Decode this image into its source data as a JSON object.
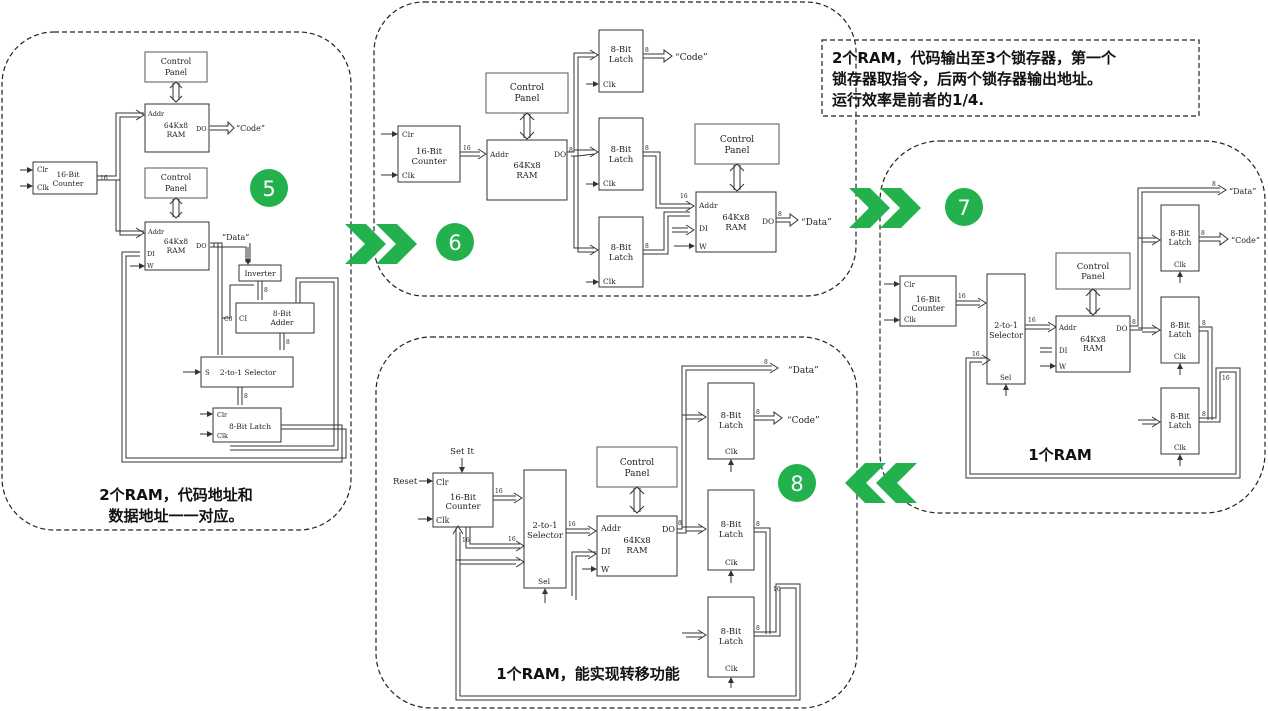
{
  "panel5": {
    "step": "5",
    "caption_line1": "2个RAM，代码地址和",
    "caption_line2": "数据地址一一对应。",
    "control_panel_top": [
      "Control",
      "Panel"
    ],
    "control_panel_mid": [
      "Control",
      "Panel"
    ],
    "counter": [
      "16-Bit",
      "Counter"
    ],
    "clr": "Clr",
    "clk": "Clk",
    "ram_code": [
      "64Kx8",
      "RAM"
    ],
    "ram_data": [
      "64Kx8",
      "RAM"
    ],
    "addr": "Addr",
    "do": "DO",
    "di": "DI",
    "w": "W",
    "code_out": "“Code”",
    "data_out": "“Data”",
    "inverter": "Inverter",
    "adder": [
      "8-Bit",
      "Adder"
    ],
    "c0": "C0",
    "ci": "CI",
    "selector": "2-to-1 Selector",
    "s": "S",
    "latch": "8-Bit Latch",
    "bus16": "16",
    "bus8": "8"
  },
  "panel6": {
    "step": "6",
    "counter": [
      "16-Bit",
      "Counter"
    ],
    "clr": "Clr",
    "clk": "Clk",
    "control_panel_a": [
      "Control",
      "Panel"
    ],
    "control_panel_b": [
      "Control",
      "Panel"
    ],
    "ram1": [
      "64Kx8",
      "RAM"
    ],
    "ram2": [
      "64Kx8",
      "RAM"
    ],
    "addr": "Addr",
    "do": "DO",
    "di": "DI",
    "w": "W",
    "latch": [
      "8-Bit",
      "Latch"
    ],
    "code_out": "“Code”",
    "data_out": "“Data”",
    "bus16": "16",
    "bus8": "8"
  },
  "note": {
    "line1": "2个RAM，代码输出至3个锁存器，第一个",
    "line2": "锁存器取指令，后两个锁存器输出地址。",
    "line3": "运行效率是前者的1/4."
  },
  "panel7": {
    "step": "7",
    "caption": "1个RAM",
    "counter": [
      "16-Bit",
      "Counter"
    ],
    "clr": "Clr",
    "clk": "Clk",
    "selector": [
      "2-to-1",
      "Selector"
    ],
    "sel": "Sel",
    "control_panel": [
      "Control",
      "Panel"
    ],
    "ram": [
      "64Kx8",
      "RAM"
    ],
    "addr": "Addr",
    "do": "DO",
    "di": "DI",
    "w": "W",
    "latch": [
      "8-Bit",
      "Latch"
    ],
    "data_out": "“Data”",
    "code_out": "“Code”",
    "bus16": "16",
    "bus8": "8"
  },
  "panel8": {
    "step": "8",
    "caption": "1个RAM，能实现转移功能",
    "set_it": "Set It",
    "reset": "Reset",
    "counter": [
      "16-Bit",
      "Counter"
    ],
    "clr": "Clr",
    "clk": "Clk",
    "selector": [
      "2-to-1",
      "Selector"
    ],
    "sel": "Sel",
    "control_panel": [
      "Control",
      "Panel"
    ],
    "ram": [
      "64Kx8",
      "RAM"
    ],
    "addr": "Addr",
    "do": "DO",
    "di": "DI",
    "w": "W",
    "latch": [
      "8-Bit",
      "Latch"
    ],
    "data_out": "“Data”",
    "code_out": "“Code”",
    "bus16": "16",
    "bus8": "8"
  },
  "colors": {
    "step_circle": "#22b14c",
    "chevron": "#22b14c",
    "dashed_border": "#222222"
  }
}
